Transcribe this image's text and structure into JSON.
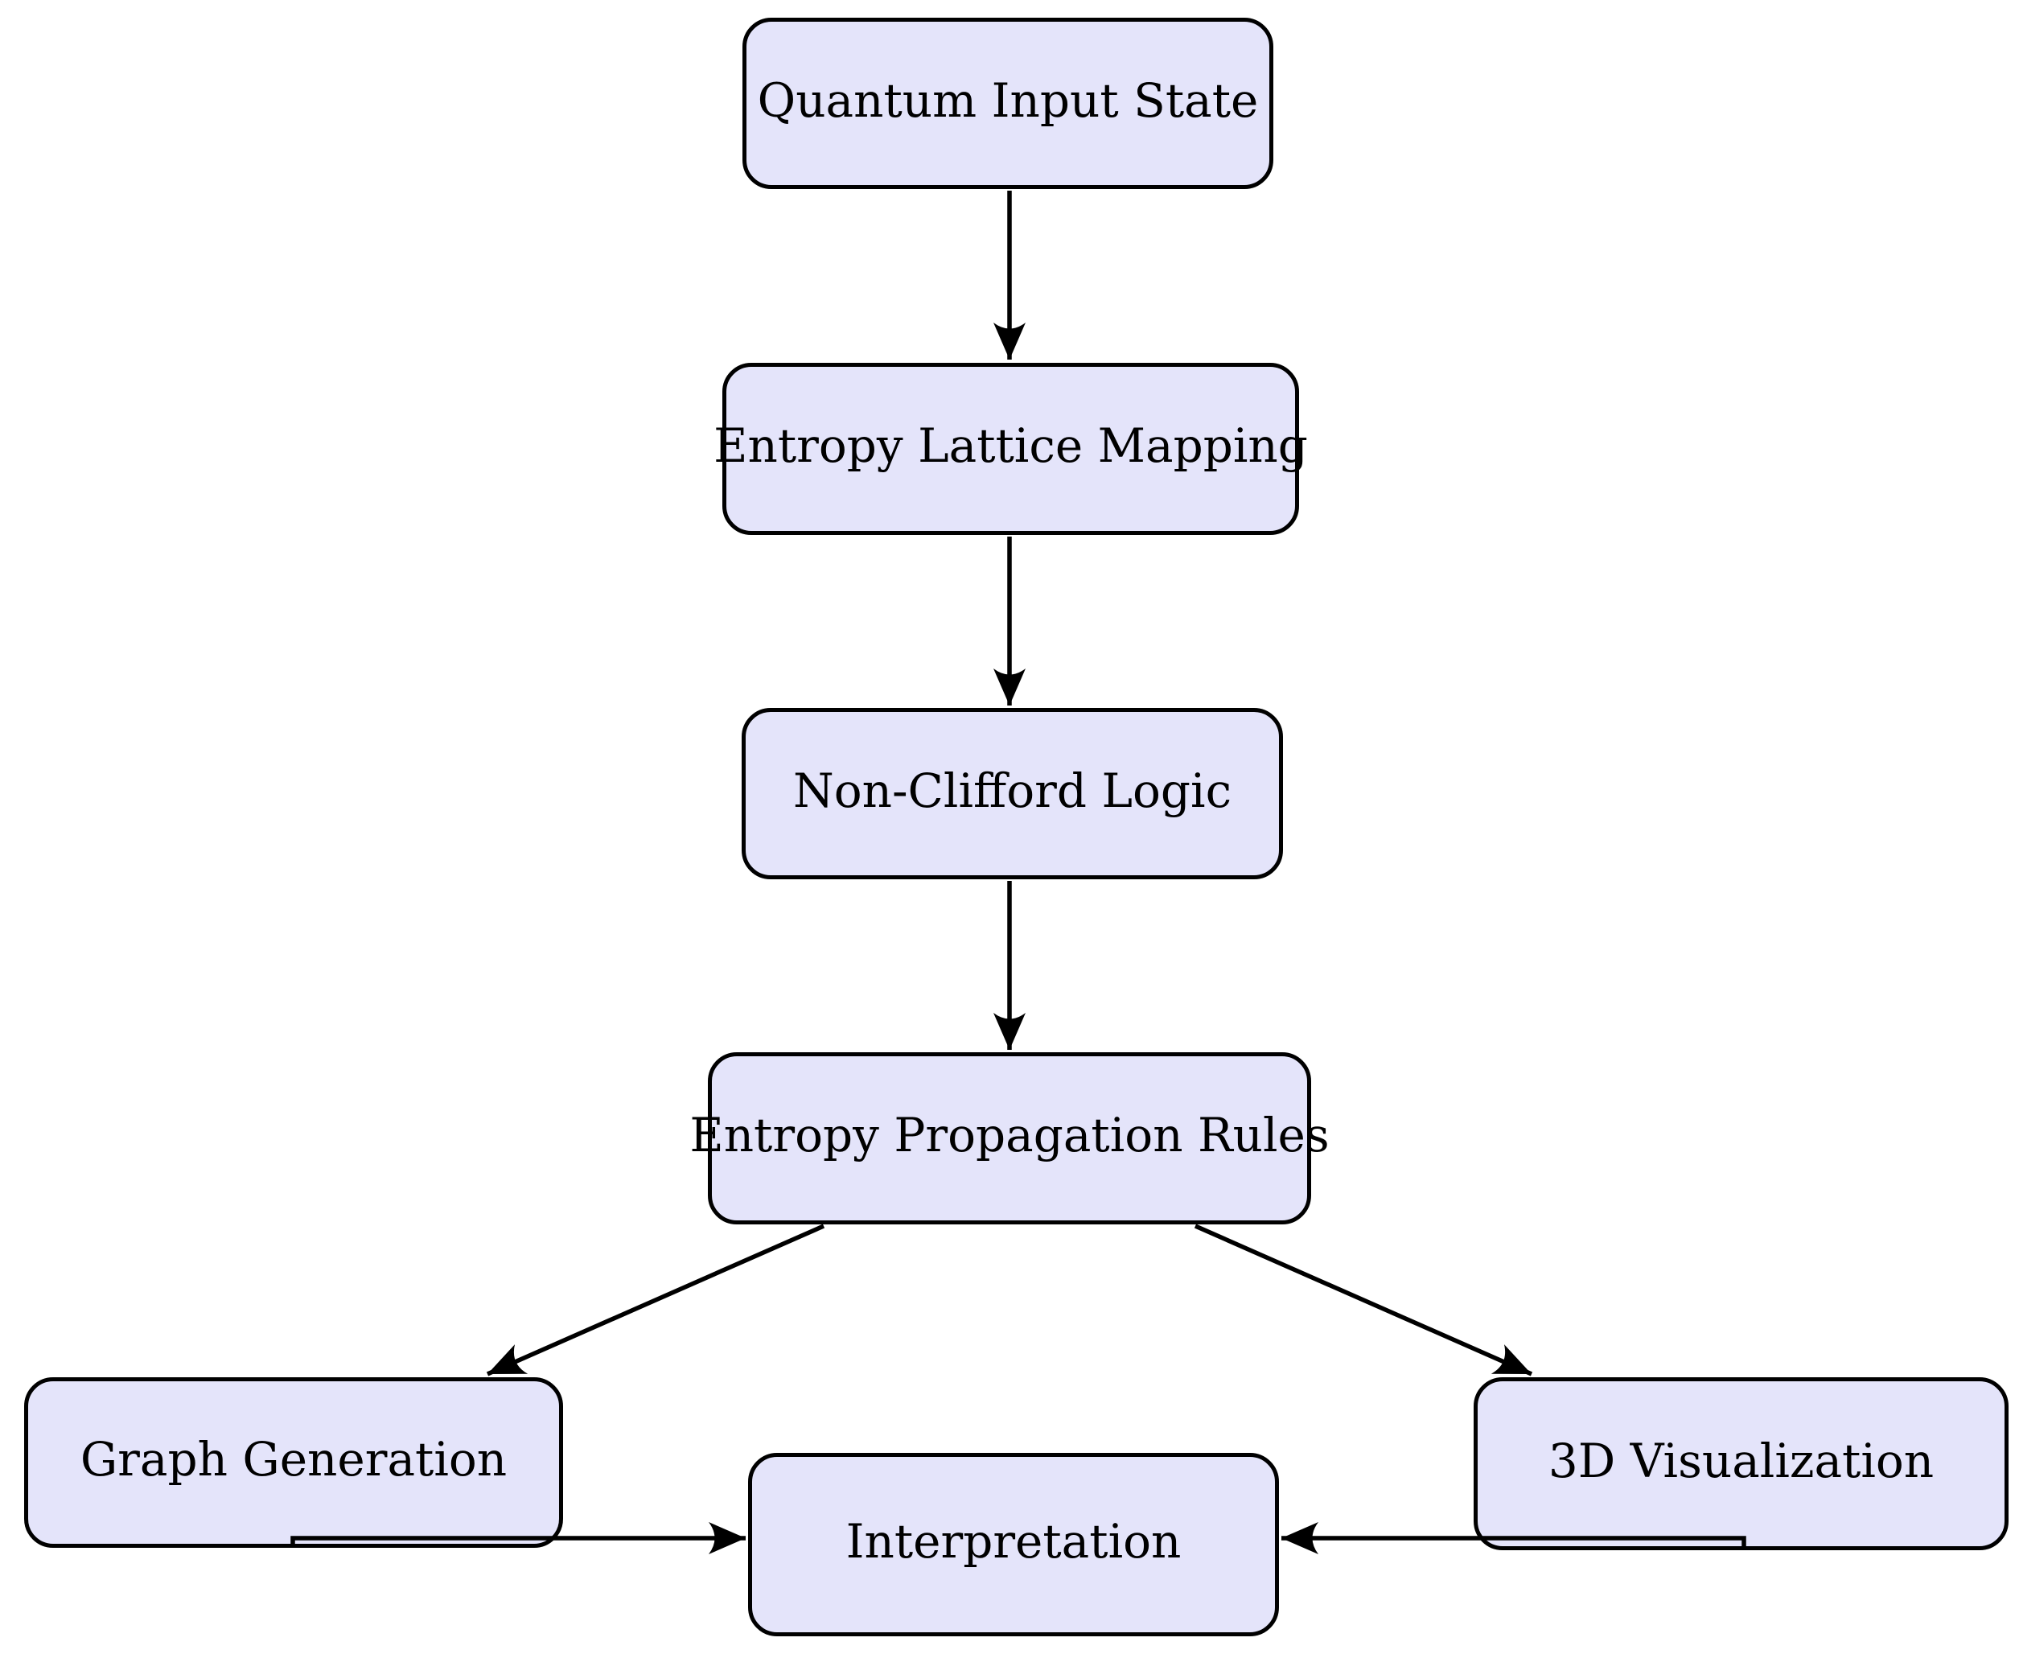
{
  "diagram": {
    "type": "flowchart",
    "background_color": "#ffffff",
    "node_fill_color": "#e4e4fa",
    "node_border_color": "#000000",
    "edge_color": "#000000",
    "nodes": [
      {
        "id": "quantum-input-state",
        "label": "Quantum Input State"
      },
      {
        "id": "entropy-lattice-mapping",
        "label": "Entropy Lattice Mapping"
      },
      {
        "id": "non-clifford-logic",
        "label": "Non-Clifford Logic"
      },
      {
        "id": "entropy-propagation-rules",
        "label": "Entropy Propagation Rules"
      },
      {
        "id": "graph-generation",
        "label": "Graph Generation"
      },
      {
        "id": "3d-visualization",
        "label": "3D Visualization"
      },
      {
        "id": "interpretation",
        "label": "Interpretation"
      }
    ],
    "edges": [
      {
        "from": "quantum-input-state",
        "to": "entropy-lattice-mapping"
      },
      {
        "from": "entropy-lattice-mapping",
        "to": "non-clifford-logic"
      },
      {
        "from": "non-clifford-logic",
        "to": "entropy-propagation-rules"
      },
      {
        "from": "entropy-propagation-rules",
        "to": "graph-generation"
      },
      {
        "from": "entropy-propagation-rules",
        "to": "3d-visualization"
      },
      {
        "from": "graph-generation",
        "to": "interpretation"
      },
      {
        "from": "3d-visualization",
        "to": "interpretation"
      }
    ]
  }
}
